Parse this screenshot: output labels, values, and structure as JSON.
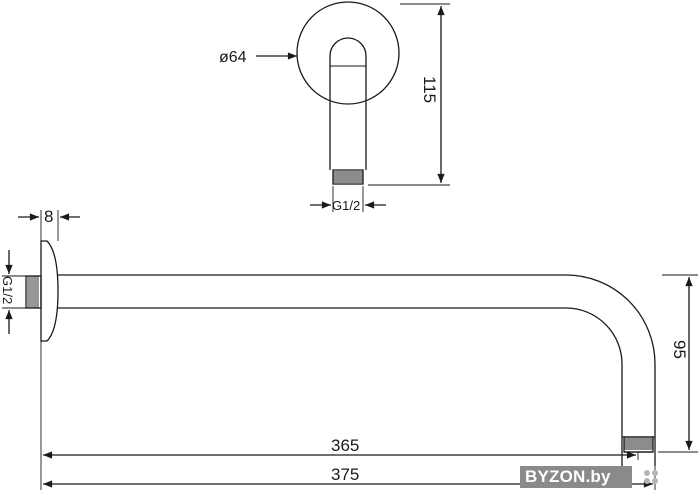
{
  "drawing": {
    "top_view": {
      "diameter_label": "ø64",
      "height_label": "115",
      "thread_label": "G1/2"
    },
    "side_view": {
      "thickness_label": "8",
      "thread_label": "G1/2",
      "drop_label": "95",
      "arm_length_label": "365",
      "total_length_label": "375"
    }
  },
  "watermark": {
    "text": "BYZON.by",
    "color": "#8a8a8a"
  }
}
